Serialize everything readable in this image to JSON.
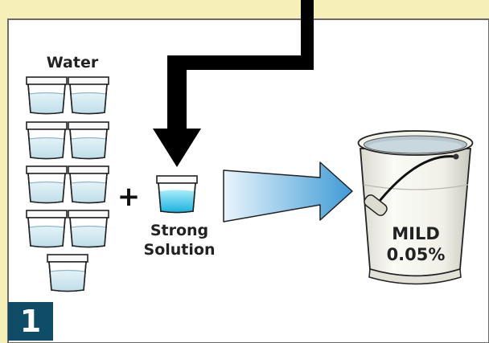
{
  "water_label": "Water",
  "strong_label_line1": "Strong",
  "strong_label_line2": "Solution",
  "mild_label_line1": "MILD",
  "mild_label_line2": "0.05%",
  "plus_sign": "+",
  "step_number": "1",
  "water_cup_count": 9,
  "colors": {
    "background": "#f6efb8",
    "panel": "#ffffff",
    "badge": "#0e4c67",
    "water": "#cfe7f0",
    "strong_solution": "#39c6e8",
    "bucket_body": "#f2f2ea",
    "handle_grip": "#dcdcd0"
  }
}
